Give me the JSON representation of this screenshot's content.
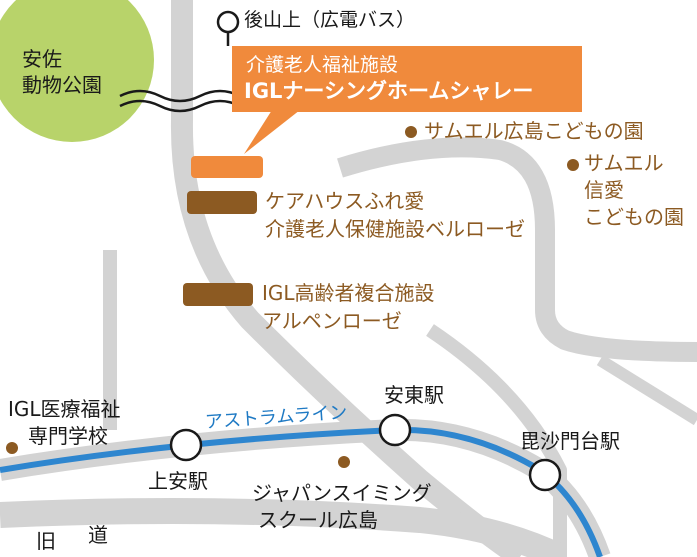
{
  "colors": {
    "road": "#d3d3d3",
    "line": "#2e86cf",
    "park": "#b8d36a",
    "accent": "#f08a3c",
    "facility": "#8c5a22",
    "text": "#1a1a1a"
  },
  "bus_stop": {
    "label": "後山上（広電バス）",
    "icon": "bus-stop-pin-icon"
  },
  "park": {
    "line1": "安佐",
    "line2": "動物公園"
  },
  "highlight": {
    "line1": "介護老人福祉施設",
    "line2": "IGLナーシングホームシャレー",
    "marker_color": "#f08a3c"
  },
  "facilities": [
    {
      "line1": "ケアハウスふれ愛",
      "line2": "介護老人保健施設ベルローゼ",
      "marker_color": "#8c5a22"
    },
    {
      "line1": "IGL高齢者複合施設",
      "line2": "アルペンローゼ",
      "marker_color": "#8c5a22"
    }
  ],
  "landmarks": {
    "samuel_hiroshima": "サムエル広島こどもの園",
    "samuel_shinai": {
      "line1": "サムエル",
      "line2": "信愛",
      "line3": "こどもの園"
    },
    "igl_school": {
      "line1": "IGL医療福祉",
      "line2": "専門学校"
    },
    "swimming": {
      "line1": "ジャパンスイミング",
      "line2": "スクール広島"
    }
  },
  "rail": {
    "name": "アストラムライン",
    "stations": [
      "上安駅",
      "安東駅",
      "毘沙門台駅"
    ]
  },
  "old_road": {
    "char1": "旧",
    "char2": "道"
  }
}
